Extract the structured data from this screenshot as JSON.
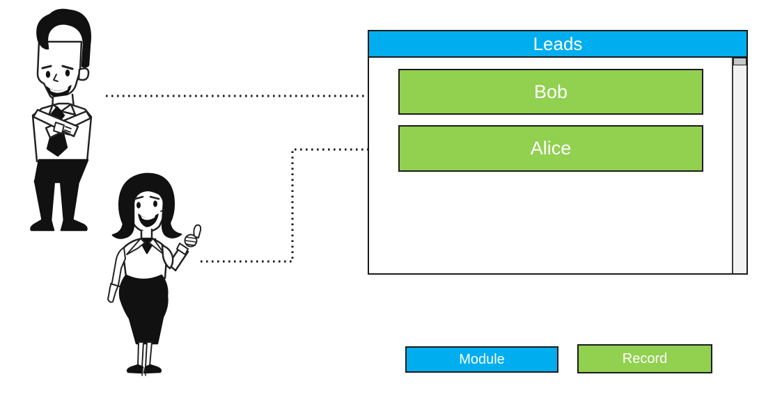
{
  "module": {
    "title": "Leads",
    "records": [
      {
        "label": "Bob"
      },
      {
        "label": "Alice"
      }
    ],
    "scrollbar": {
      "thumb_position": "top"
    }
  },
  "legend": {
    "module_label": "Module",
    "record_label": "Record"
  },
  "figures": [
    {
      "name": "businessman",
      "pose": "crossed-arms"
    },
    {
      "name": "businesswoman",
      "pose": "thumbs-up"
    }
  ],
  "arrows": [
    {
      "from": "businessman",
      "to": "Bob",
      "style": "dotted"
    },
    {
      "from": "businesswoman",
      "to": "Alice",
      "style": "dotted"
    }
  ],
  "colors": {
    "module_blue": "#00AEEF",
    "record_green": "#92D050",
    "outline": "#1A1A1A",
    "scrollbar_track": "#F2F2F2",
    "scrollbar_thumb": "#C5C8CA",
    "text": "#FFFFFF"
  }
}
